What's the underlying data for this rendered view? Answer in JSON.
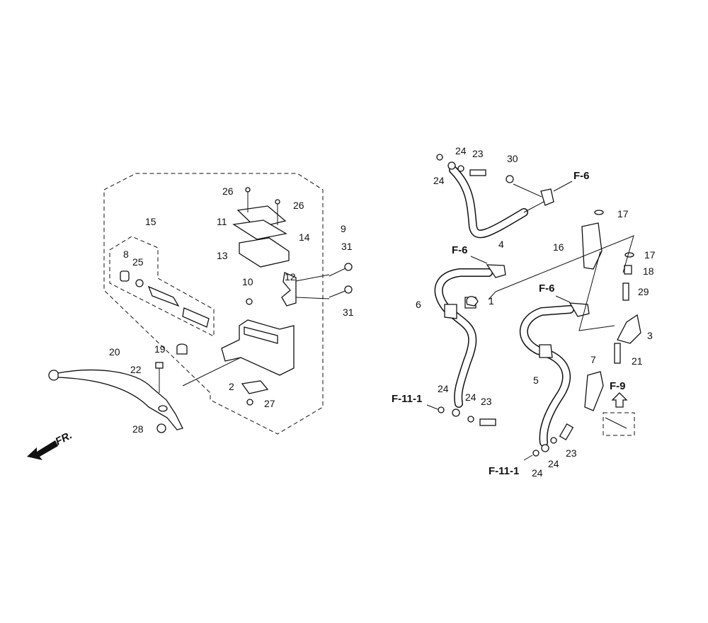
{
  "diagram": {
    "title": "Front brake master cylinder and brake hoses",
    "callouts": [
      "26",
      "26",
      "11",
      "14",
      "9",
      "15",
      "13",
      "8",
      "25",
      "31",
      "10",
      "12",
      "31",
      "20",
      "19",
      "22",
      "2",
      "27",
      "28",
      "24",
      "24",
      "23",
      "30",
      "17",
      "4",
      "16",
      "17",
      "18",
      "6",
      "1",
      "29",
      "3",
      "21",
      "7",
      "5",
      "24",
      "24",
      "23",
      "23",
      "24",
      "24"
    ],
    "references": [
      "F-6",
      "F-6",
      "F-6",
      "F-9",
      "F-11-1",
      "F-11-1"
    ],
    "direction_label": "FR."
  }
}
